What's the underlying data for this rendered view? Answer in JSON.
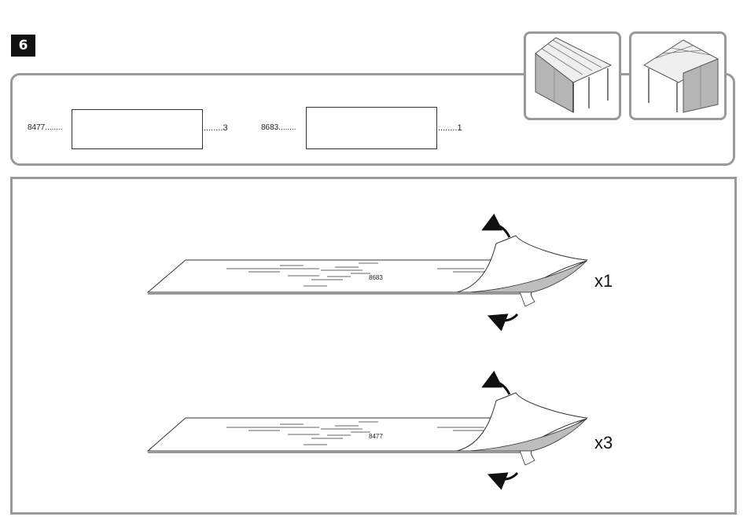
{
  "step": {
    "number": "6"
  },
  "parts": [
    {
      "code": "8477",
      "dots": "........",
      "quantity": "3"
    },
    {
      "code": "8683",
      "dots": "........",
      "quantity": "1"
    }
  ],
  "thumbnails": [
    {
      "icon": "pergola-left-wall-icon"
    },
    {
      "icon": "pergola-right-wall-icon"
    }
  ],
  "illustrations": [
    {
      "panel_code": "8683",
      "multiplier": "x1"
    },
    {
      "panel_code": "8477",
      "multiplier": "x3"
    }
  ]
}
